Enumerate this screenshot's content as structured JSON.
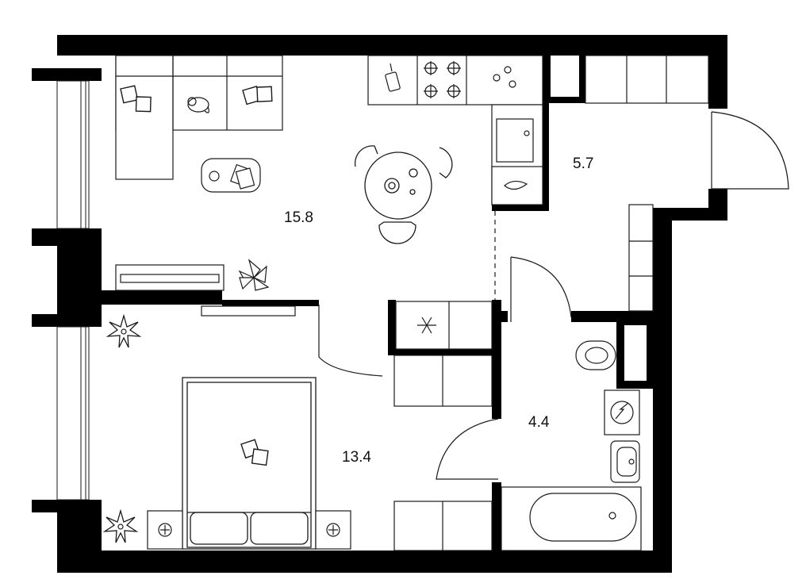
{
  "floor_plan": {
    "rooms": [
      {
        "id": "living-kitchen",
        "area": "15.8"
      },
      {
        "id": "hallway",
        "area": "5.7"
      },
      {
        "id": "bathroom",
        "area": "4.4"
      },
      {
        "id": "bedroom",
        "area": "13.4"
      }
    ]
  },
  "colors": {
    "wall": "#000000",
    "line": "#1a1a1a",
    "background": "#ffffff"
  },
  "icons": [
    "sofa-icon",
    "armchair-icon",
    "cat-icon",
    "coffee-table-icon",
    "dining-table-icon",
    "chair-icon",
    "cooktop-icon",
    "cutting-board-icon",
    "sink-icon",
    "dishwasher-icon",
    "fridge-icon",
    "snowflake-icon",
    "plant-icon",
    "bed-icon",
    "pillow-icon",
    "nightstand-icon",
    "toilet-icon",
    "washbasin-icon",
    "bathtub-icon",
    "water-heater-icon",
    "door-icon",
    "window-icon",
    "wardrobe-icon",
    "tv-icon"
  ]
}
